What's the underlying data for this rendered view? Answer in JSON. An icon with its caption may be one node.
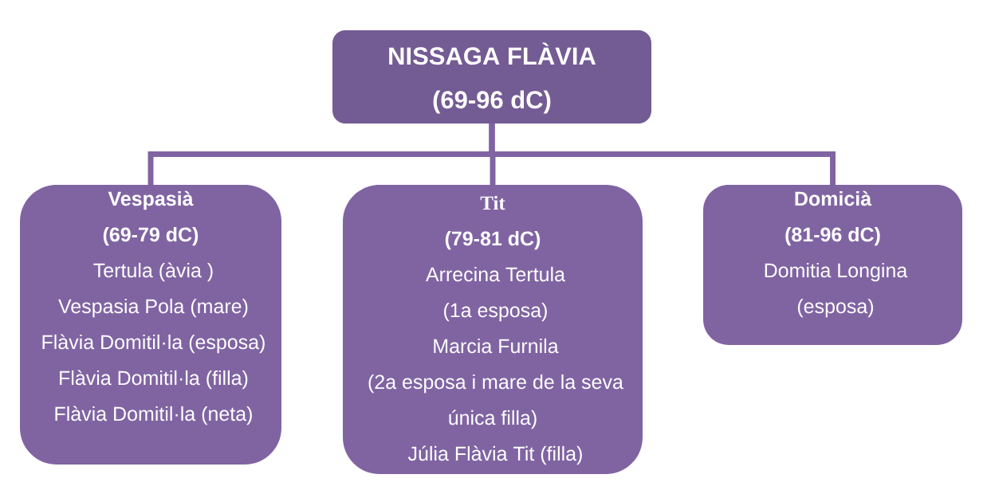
{
  "diagram": {
    "nodes": [
      {
        "text": [
          "NISSAGA FLÀVIA",
          "(69-96 dC)"
        ]
      },
      {
        "text": [
          "Vespasià",
          "(69-79 dC)",
          "Tertula (àvia )",
          "Vespasia Pola (mare)",
          "Flàvia Domitil·la (esposa)",
          "Flàvia Domitil·la (filla)",
          "Flàvia Domitil·la (neta)"
        ]
      },
      {
        "text": [
          "Tit",
          "(79-81 dC)",
          "Arrecina Tertula",
          "(1a esposa)",
          "Marcia Furnila",
          "(2a esposa i mare de la seva única filla)",
          "Júlia Flàvia Tit (filla)"
        ]
      },
      {
        "text": [
          "Domicià",
          "(81-96 dC)",
          "Domitia Longina",
          "(esposa)"
        ]
      }
    ],
    "edges": [
      {
        "from": 0,
        "to": 1,
        "arrow": "none"
      },
      {
        "from": 0,
        "to": 2,
        "arrow": "none"
      },
      {
        "from": 0,
        "to": 3,
        "arrow": "none"
      }
    ]
  }
}
